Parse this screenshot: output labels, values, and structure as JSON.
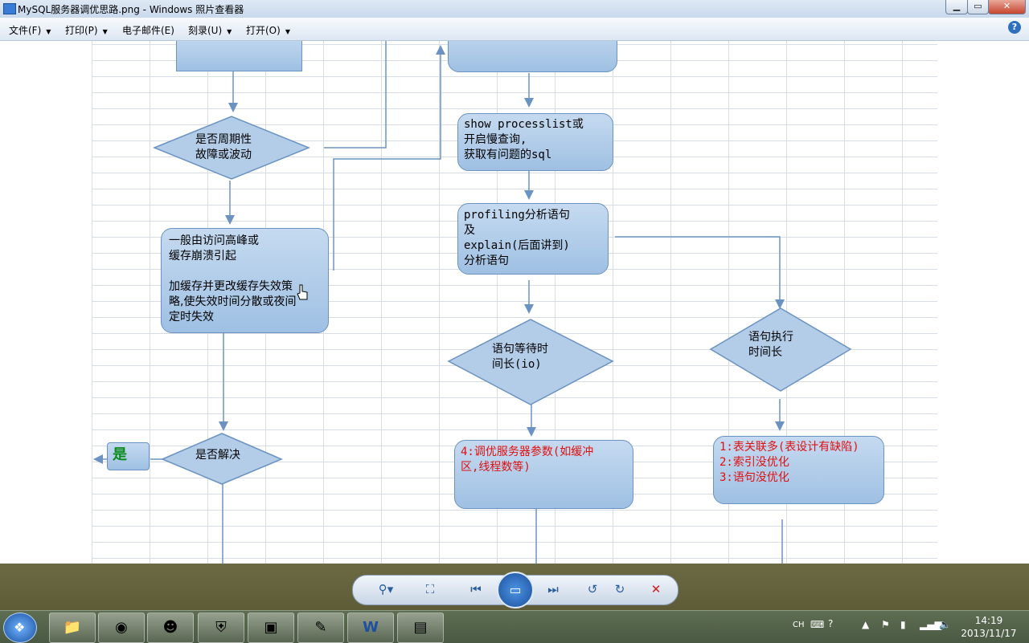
{
  "window": {
    "title": "MySQL服务器调优思路.png - Windows 照片查看器",
    "min_label": "▁",
    "max_label": "▭",
    "close_label": "✕"
  },
  "menu": {
    "items": [
      {
        "label": "文件(F)"
      },
      {
        "label": "打印(P)"
      },
      {
        "label": "电子邮件(E)"
      },
      {
        "label": "刻录(U)"
      },
      {
        "label": "打开(O)"
      }
    ],
    "help": "?"
  },
  "flowchart": {
    "decision_periodic": "是否周期性\n故障或波动",
    "cache_box": "一般由访问高峰或\n缓存崩溃引起\n\n加缓存并更改缓存失效策\n略,使失效时间分散或夜间\n定时失效",
    "resolved_decision": "是否解决",
    "yes_label": "是",
    "processlist_box": "show processlist或\n开启慢查询,\n获取有问题的sql",
    "profiling_box": "profiling分析语句\n及\nexplain(后面讲到)\n分析语句",
    "wait_decision": "语句等待时\n间长(io)",
    "exec_decision": "语句执行\n时间长",
    "tune_box": "4:调优服务器参数(如缓冲\n区,线程数等)",
    "causes_box": "1:表关联多(表设计有缺陷)\n2:索引没优化\n3:语句没优化"
  },
  "viewer_toolbar": {
    "zoom_icon": "search-zoom-icon",
    "actual_size_icon": "fit-icon",
    "prev_icon": "previous-icon",
    "slideshow_icon": "slideshow-icon",
    "next_icon": "next-icon",
    "rotate_ccw_icon": "rotate-left-icon",
    "rotate_cw_icon": "rotate-right-icon",
    "delete_icon": "delete-icon"
  },
  "taskbar": {
    "ime": "CH",
    "time": "14:19",
    "date": "2013/11/17"
  },
  "colors": {
    "node_fill": "#b3cde9",
    "node_border": "#6a93c1",
    "red_text": "#e01010",
    "green_text": "#0a8a1a"
  }
}
